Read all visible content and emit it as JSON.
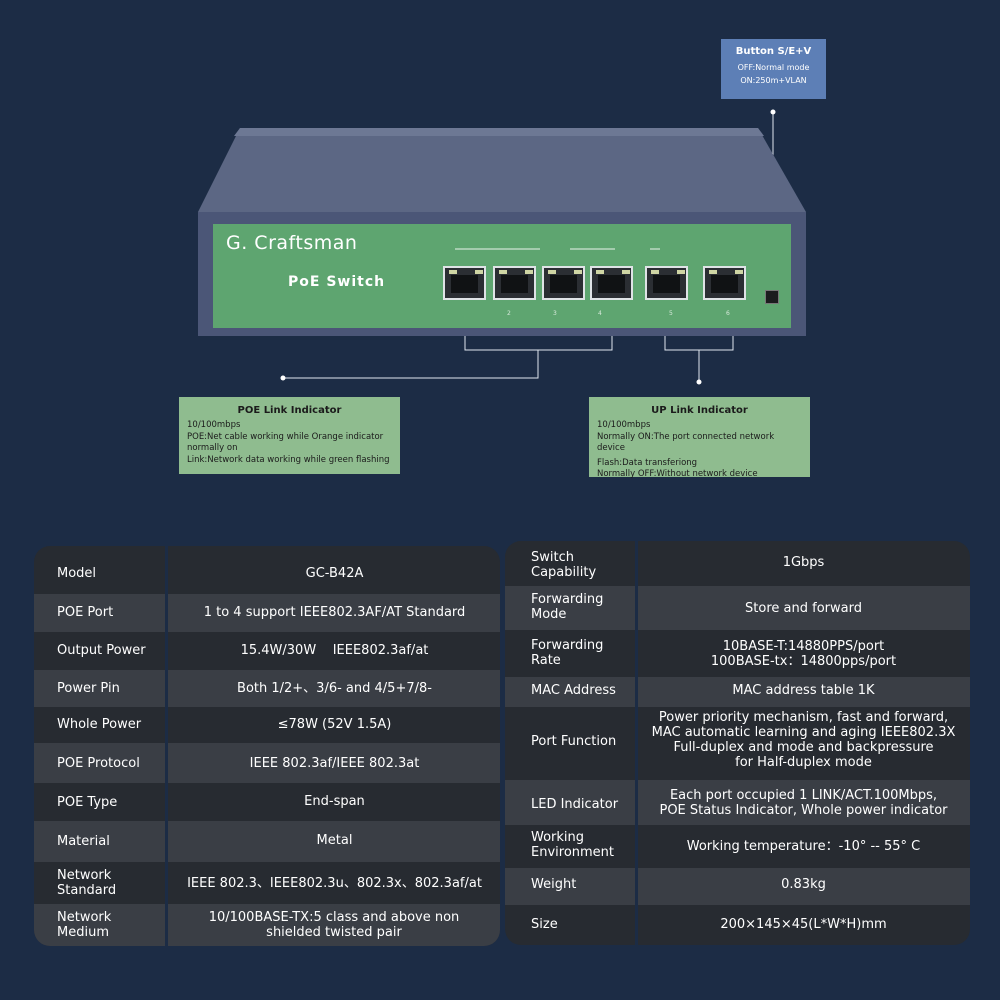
{
  "callouts": {
    "button": {
      "title": "Button S/E+V",
      "lines": [
        "OFF:Normal mode",
        "ON:250m+VLAN"
      ]
    },
    "poe_link": {
      "title": "POE Link Indicator",
      "lines": [
        "10/100mbps",
        "POE:Net cable working while Orange indicator",
        "normally on",
        "Link:Network data working while green flashing"
      ]
    },
    "up_link": {
      "title": "UP Link Indicator",
      "lines": [
        "10/100mbps",
        "Normally ON:The port connected network device",
        "Flash:Data transferiong",
        "Normally OFF:Without network device"
      ]
    }
  },
  "device": {
    "brand": "G. Craftsman",
    "label": "PoE Switch",
    "port_numbers": [
      "2",
      "3",
      "4",
      "5",
      "6"
    ]
  },
  "colors": {
    "background": "#1c2c45",
    "panel_green": "#5ea570",
    "callout_blue": "#5d7fb6",
    "callout_green": "#8fbc8f"
  },
  "spec_left": [
    {
      "label": "Model",
      "value": "GC-B42A"
    },
    {
      "label": "POE Port",
      "value": "1 to 4 support IEEE802.3AF/AT Standard"
    },
    {
      "label": "Output Power",
      "value": "15.4W/30W    IEEE802.3af/at"
    },
    {
      "label": "Power Pin",
      "value": "Both 1/2+、3/6- and 4/5+7/8-"
    },
    {
      "label": "Whole Power",
      "value": "≤78W (52V 1.5A)"
    },
    {
      "label": "POE Protocol",
      "value": "IEEE 802.3af/IEEE 802.3at"
    },
    {
      "label": "POE Type",
      "value": "End-span"
    },
    {
      "label": "Material",
      "value": "Metal"
    },
    {
      "label": "Network Standard",
      "value": "IEEE 802.3、IEEE802.3u、802.3x、802.3af/at"
    },
    {
      "label": "Network Medium",
      "value": "10/100BASE-TX:5 class and above non shielded twisted pair"
    }
  ],
  "spec_right": [
    {
      "label": "Switch Capability",
      "value": "1Gbps"
    },
    {
      "label": "Forwarding Mode",
      "value": "Store and forward"
    },
    {
      "label": "Forwarding Rate",
      "value": "10BASE-T:14880PPS/port\n100BASE-tx：14800pps/port"
    },
    {
      "label": "MAC Address",
      "value": "MAC address table 1K"
    },
    {
      "label": "Port Function",
      "value": "Power priority mechanism, fast and forward,\nMAC automatic learning and aging IEEE802.3X\nFull-duplex and mode and backpressure\nfor Half-duplex mode"
    },
    {
      "label": "LED Indicator",
      "value": "Each port occupied 1 LINK/ACT.100Mbps,\nPOE Status Indicator, Whole power indicator"
    },
    {
      "label": "Working Environment",
      "value": "Working temperature：-10° -- 55° C"
    },
    {
      "label": "Weight",
      "value": "0.83kg"
    },
    {
      "label": "Size",
      "value": "200×145×45(L*W*H)mm"
    }
  ]
}
